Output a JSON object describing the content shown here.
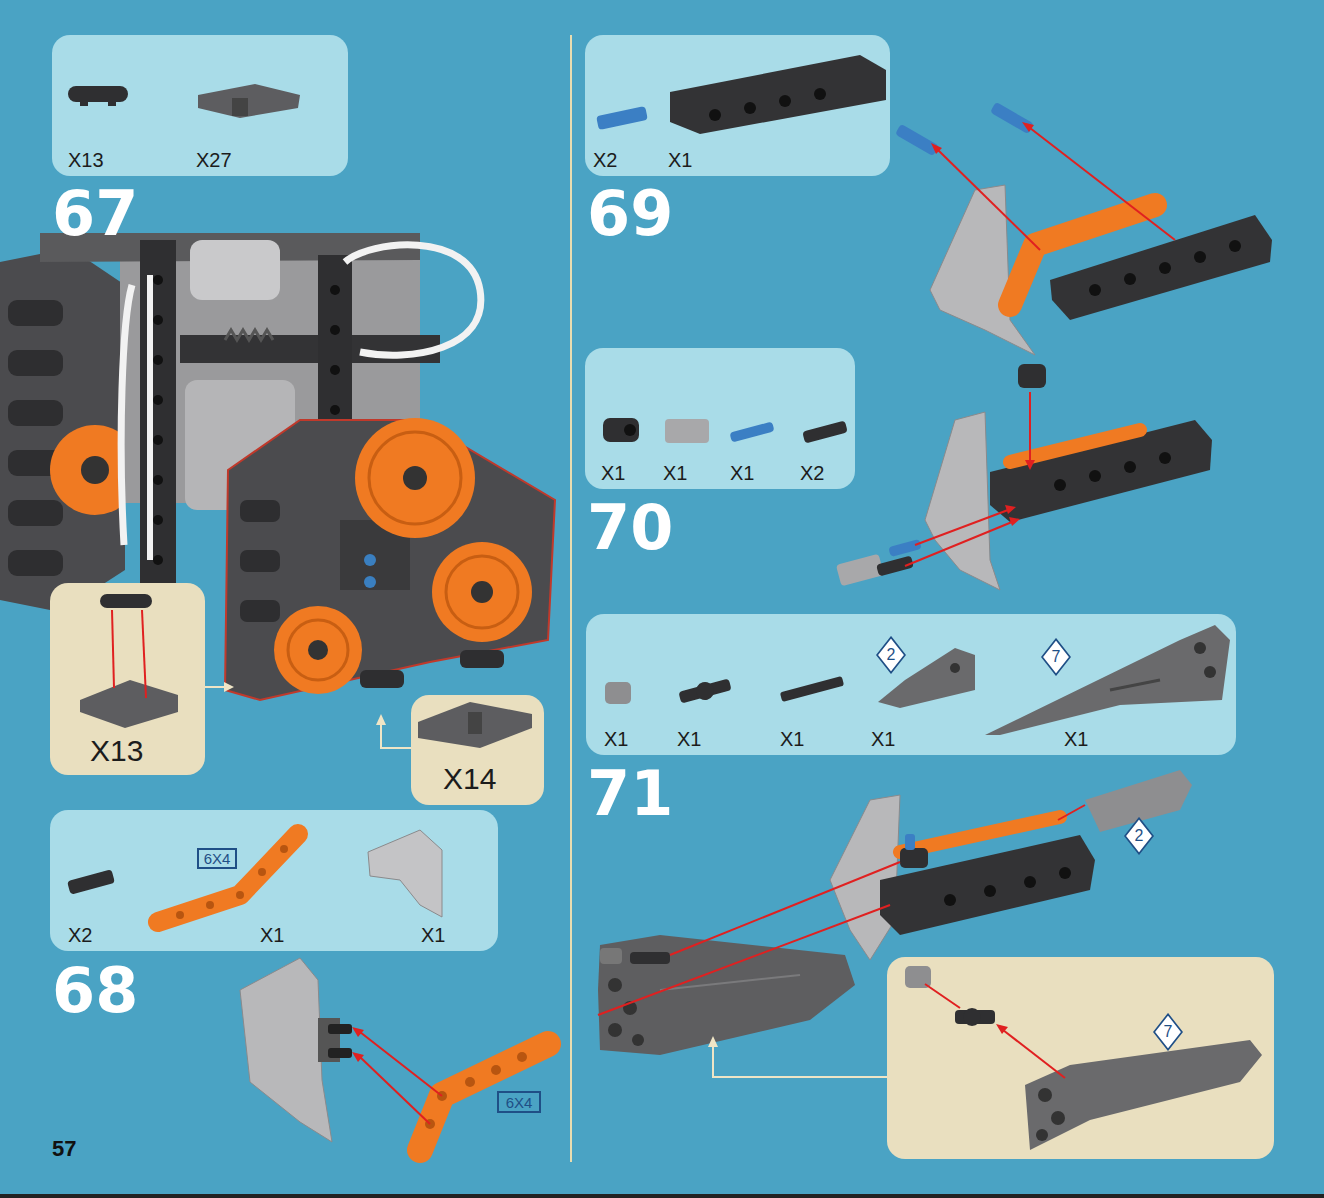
{
  "diagram": {
    "nodes": [
      {
        "text": [
          "X13",
          "X27"
        ]
      },
      {
        "text": [
          "X13"
        ]
      },
      {
        "text": [
          "X14"
        ]
      },
      {
        "text": [
          "X2",
          "X1",
          "X1"
        ]
      },
      {
        "text": [
          "6X4"
        ],
        "in": 3
      },
      {
        "text": [
          "6X4"
        ]
      },
      {
        "text": [
          "X2",
          "X1"
        ]
      },
      {
        "text": [
          "X1",
          "X1",
          "X1",
          "X2"
        ]
      },
      {
        "text": [
          "X1",
          "X1",
          "X1",
          "X1",
          "X1"
        ]
      },
      {
        "text": [
          "2"
        ],
        "in": 8
      },
      {
        "text": [
          "7"
        ],
        "in": 8
      },
      {
        "text": [
          "2"
        ]
      },
      {
        "text": [
          "7"
        ]
      }
    ],
    "labels": [
      "67",
      "68",
      "69",
      "70",
      "71",
      "57"
    ]
  }
}
